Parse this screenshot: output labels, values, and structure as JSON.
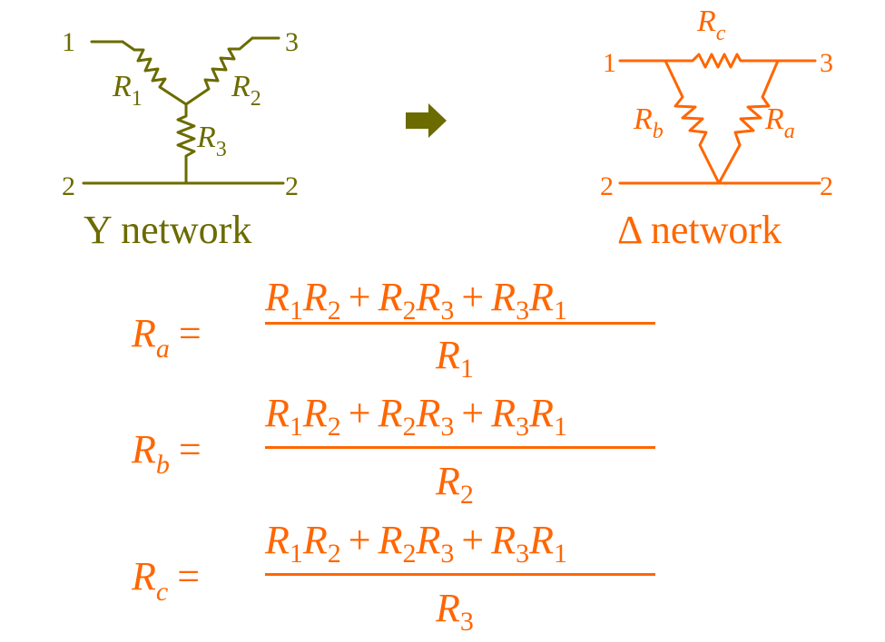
{
  "colors": {
    "y_network": "#6b6b00",
    "delta_network": "#ff6600",
    "arrow": "#6b6b00"
  },
  "y_network": {
    "caption": "Y network",
    "terminals": {
      "t1": "1",
      "t3": "3",
      "t2_left": "2",
      "t2_right": "2"
    },
    "resistors": {
      "r1": {
        "base": "R",
        "sub": "1"
      },
      "r2": {
        "base": "R",
        "sub": "2"
      },
      "r3": {
        "base": "R",
        "sub": "3"
      }
    }
  },
  "arrow_icon": "right-arrow-icon",
  "delta_network": {
    "caption": "Δ network",
    "terminals": {
      "t1": "1",
      "t3": "3",
      "t2_left": "2",
      "t2_right": "2"
    },
    "resistors": {
      "ra": {
        "base": "R",
        "sub": "a"
      },
      "rb": {
        "base": "R",
        "sub": "b"
      },
      "rc": {
        "base": "R",
        "sub": "c"
      }
    }
  },
  "numerator": {
    "t1a": "R",
    "t1a_sub": "1",
    "t1b": "R",
    "t1b_sub": "2",
    "plus1": "+",
    "t2a": "R",
    "t2a_sub": "2",
    "t2b": "R",
    "t2b_sub": "3",
    "plus2": "+",
    "t3a": "R",
    "t3a_sub": "3",
    "t3b": "R",
    "t3b_sub": "1"
  },
  "equations": [
    {
      "lhs": "R",
      "lhs_sub": "a",
      "equals": "=",
      "den": "R",
      "den_sub": "1"
    },
    {
      "lhs": "R",
      "lhs_sub": "b",
      "equals": "=",
      "den": "R",
      "den_sub": "2"
    },
    {
      "lhs": "R",
      "lhs_sub": "c",
      "equals": "=",
      "den": "R",
      "den_sub": "3"
    }
  ]
}
